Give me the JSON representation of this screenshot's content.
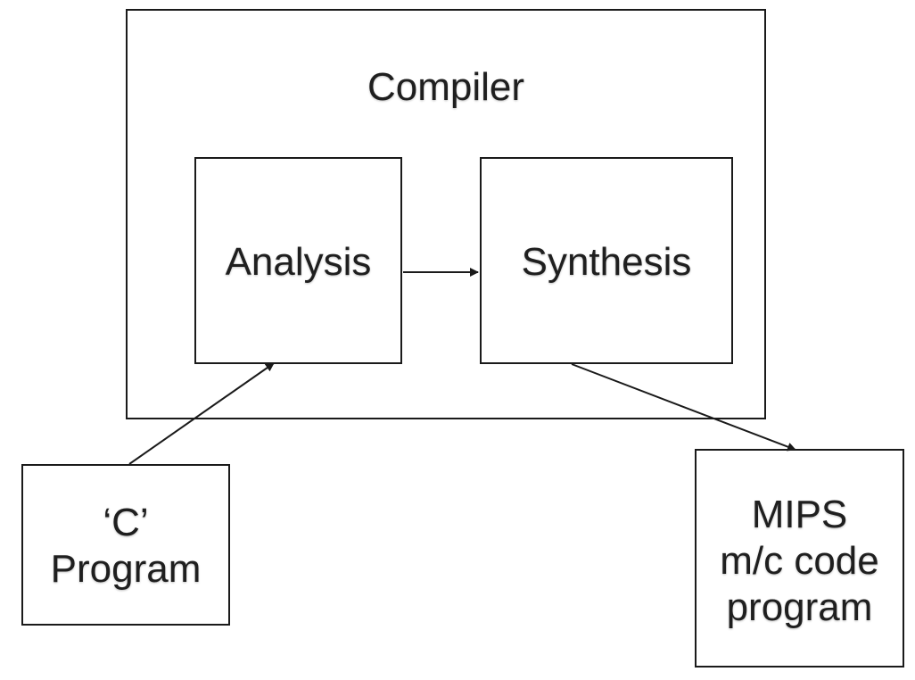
{
  "diagram": {
    "compiler": {
      "title": "Compiler"
    },
    "analysis": {
      "label": "Analysis"
    },
    "synthesis": {
      "label": "Synthesis"
    },
    "input": {
      "line1": "‘C’",
      "line2": "Program"
    },
    "output": {
      "line1": "MIPS",
      "line2": "m/c code",
      "line3": "program"
    }
  },
  "colors": {
    "stroke": "#1a1a1a",
    "text": "#1f1f1f",
    "background": "#ffffff"
  }
}
